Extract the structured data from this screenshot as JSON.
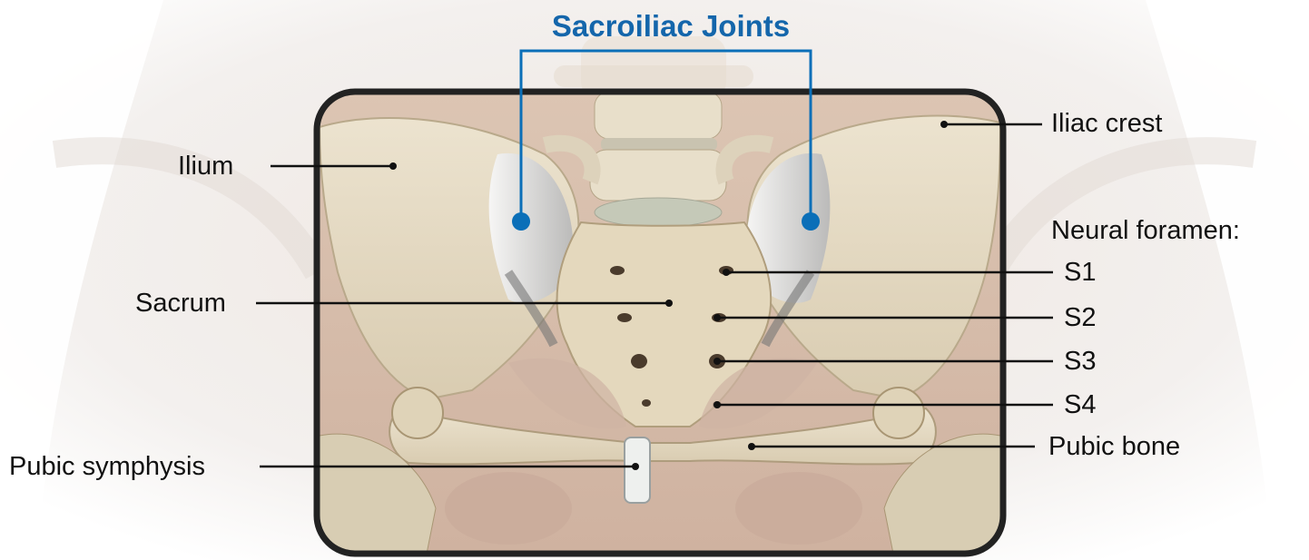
{
  "title": "Sacroiliac Joints",
  "labels": {
    "ilium": "Ilium",
    "iliac_crest": "Iliac crest",
    "neural_foramen": "Neural foramen:",
    "s1": "S1",
    "s2": "S2",
    "s3": "S3",
    "s4": "S4",
    "sacrum": "Sacrum",
    "pubic_symphysis": "Pubic symphysis",
    "pubic_bone": "Pubic bone"
  },
  "colors": {
    "title": "#1466ab",
    "marker": "#0b6fb8",
    "leader_line": "#111111",
    "frame": "#222222",
    "bone": "#e6dcc6",
    "soft_tissue": "#d2b8a6"
  }
}
